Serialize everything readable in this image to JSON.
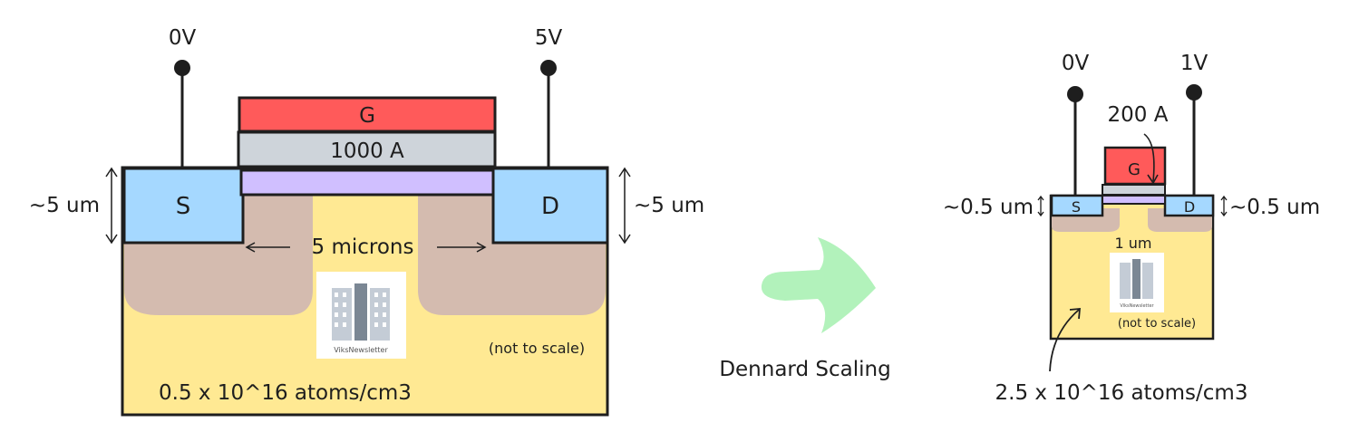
{
  "colors": {
    "substrate": "#ffe993",
    "depletion": "#d4bbaf",
    "source_drain": "#a5d8ff",
    "gate": "#ff5a5a",
    "oxide": "#ced4da",
    "channel_layer": "#d0bfff",
    "arrow": "#b2f2bb",
    "outline": "#1e1e1e"
  },
  "left_transistor": {
    "source_voltage": "0V",
    "drain_voltage": "5V",
    "gate_label": "G",
    "oxide_thickness": "1000 A",
    "source_label": "S",
    "drain_label": "D",
    "junction_depth_left": "~5 um",
    "junction_depth_right": "~5 um",
    "channel_length": "5 microns",
    "scale_note": "(not to scale)",
    "doping": "0.5 x 10^16 atoms/cm3",
    "logo_caption": "ViksNewsletter"
  },
  "transition": {
    "label": "Dennard Scaling",
    "icon": "right-arrow-icon"
  },
  "right_transistor": {
    "source_voltage": "0V",
    "drain_voltage": "1V",
    "gate_label": "G",
    "oxide_thickness": "200 A",
    "source_label": "S",
    "drain_label": "D",
    "junction_depth_left": "~0.5 um",
    "junction_depth_right": "~0.5 um",
    "channel_length": "1 um",
    "scale_note": "(not to scale)",
    "doping": "2.5 x 10^16 atoms/cm3",
    "logo_caption": "ViksNewsletter"
  }
}
